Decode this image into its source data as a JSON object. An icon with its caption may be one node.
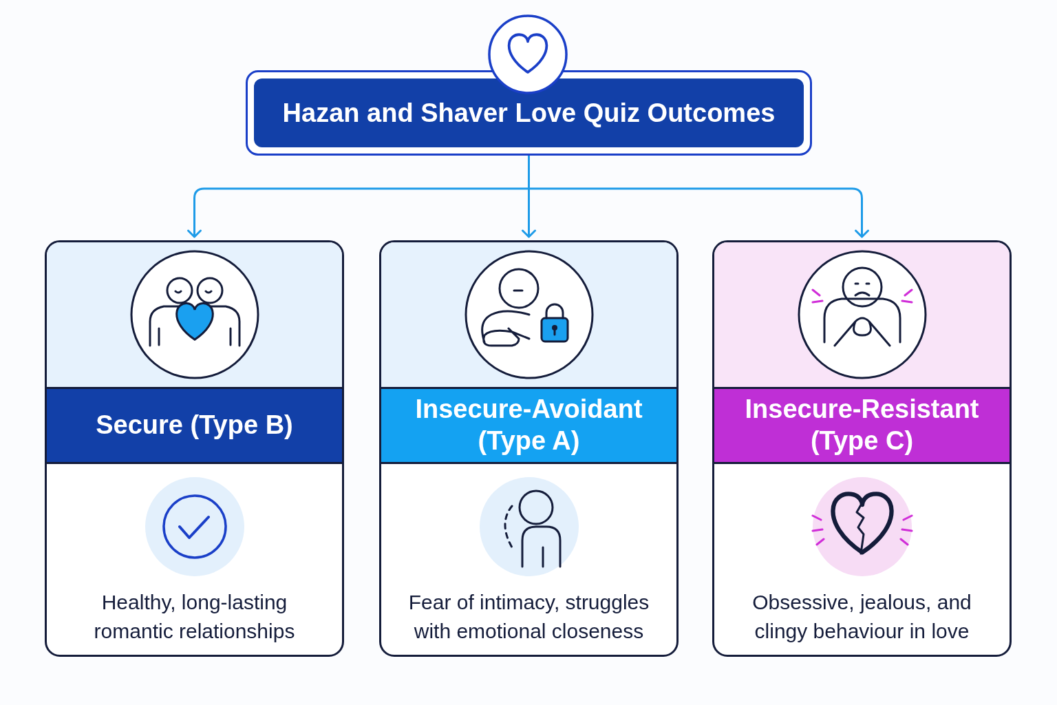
{
  "diagram": {
    "nodes": [
      {
        "text": [
          "Hazan and Shaver Love Quiz Outcomes"
        ]
      },
      {
        "text": [
          "Secure (Type B)",
          "Healthy, long-lasting romantic relationships"
        ]
      },
      {
        "text": [
          "Insecure-Avoidant (Type A)",
          "Fear of intimacy, struggles with emotional closeness"
        ]
      },
      {
        "text": [
          "Insecure-Resistant (Type C)",
          "Obsessive, jealous, and clingy behaviour in love"
        ]
      }
    ],
    "edges": [
      {
        "from": 0,
        "to": 1,
        "arrow": "to"
      },
      {
        "from": 0,
        "to": 2,
        "arrow": "to"
      },
      {
        "from": 0,
        "to": 3,
        "arrow": "to"
      }
    ]
  }
}
